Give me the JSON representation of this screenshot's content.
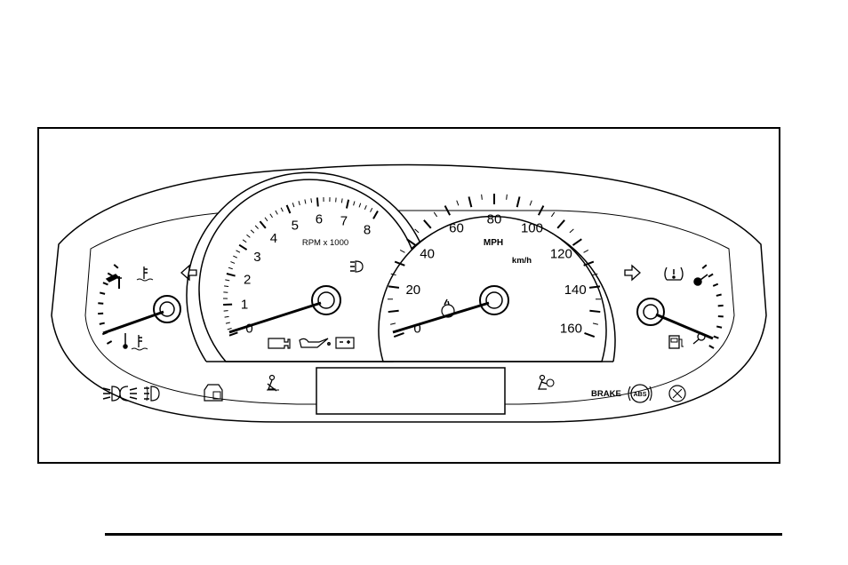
{
  "tach": {
    "numbers": [
      "0",
      "1",
      "2",
      "3",
      "4",
      "5",
      "6",
      "7",
      "8"
    ],
    "caption": "RPM x 1000"
  },
  "speedo": {
    "mph_numbers": [
      "0",
      "20",
      "40",
      "60",
      "80",
      "100",
      "120",
      "140",
      "160"
    ],
    "unit_mph": "MPH",
    "unit_kmh": "km/h"
  },
  "tellstales": {
    "brake_label": "BRAKE",
    "abs_label": "ABS"
  }
}
